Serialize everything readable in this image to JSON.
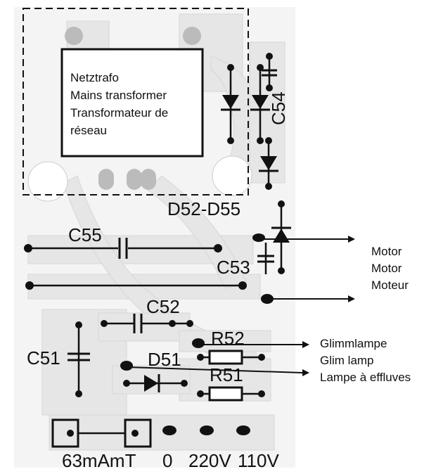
{
  "transformer": {
    "label_de": "Netztrafo",
    "label_en": "Mains transformer",
    "label_fr": "Transformateur de",
    "label_fr2": "réseau"
  },
  "components": {
    "c51": "C51",
    "c52": "C52",
    "c53": "C53",
    "c54": "C54",
    "c55": "C55",
    "d51": "D51",
    "d52_d55": "D52-D55",
    "r51": "R51",
    "r52": "R52"
  },
  "outputs": {
    "motor_de": "Motor",
    "motor_en": "Motor",
    "motor_fr": "Moteur",
    "glim_de": "Glimmlampe",
    "glim_en": "Glim lamp",
    "glim_fr": "Lampe à effluves"
  },
  "bottom": {
    "fuse": "63mAmT",
    "zero": "0",
    "v220": "220V",
    "v110": "110V"
  },
  "colors": {
    "board": "#ffffff",
    "track": "#e6e6e6",
    "ink": "#111111"
  }
}
